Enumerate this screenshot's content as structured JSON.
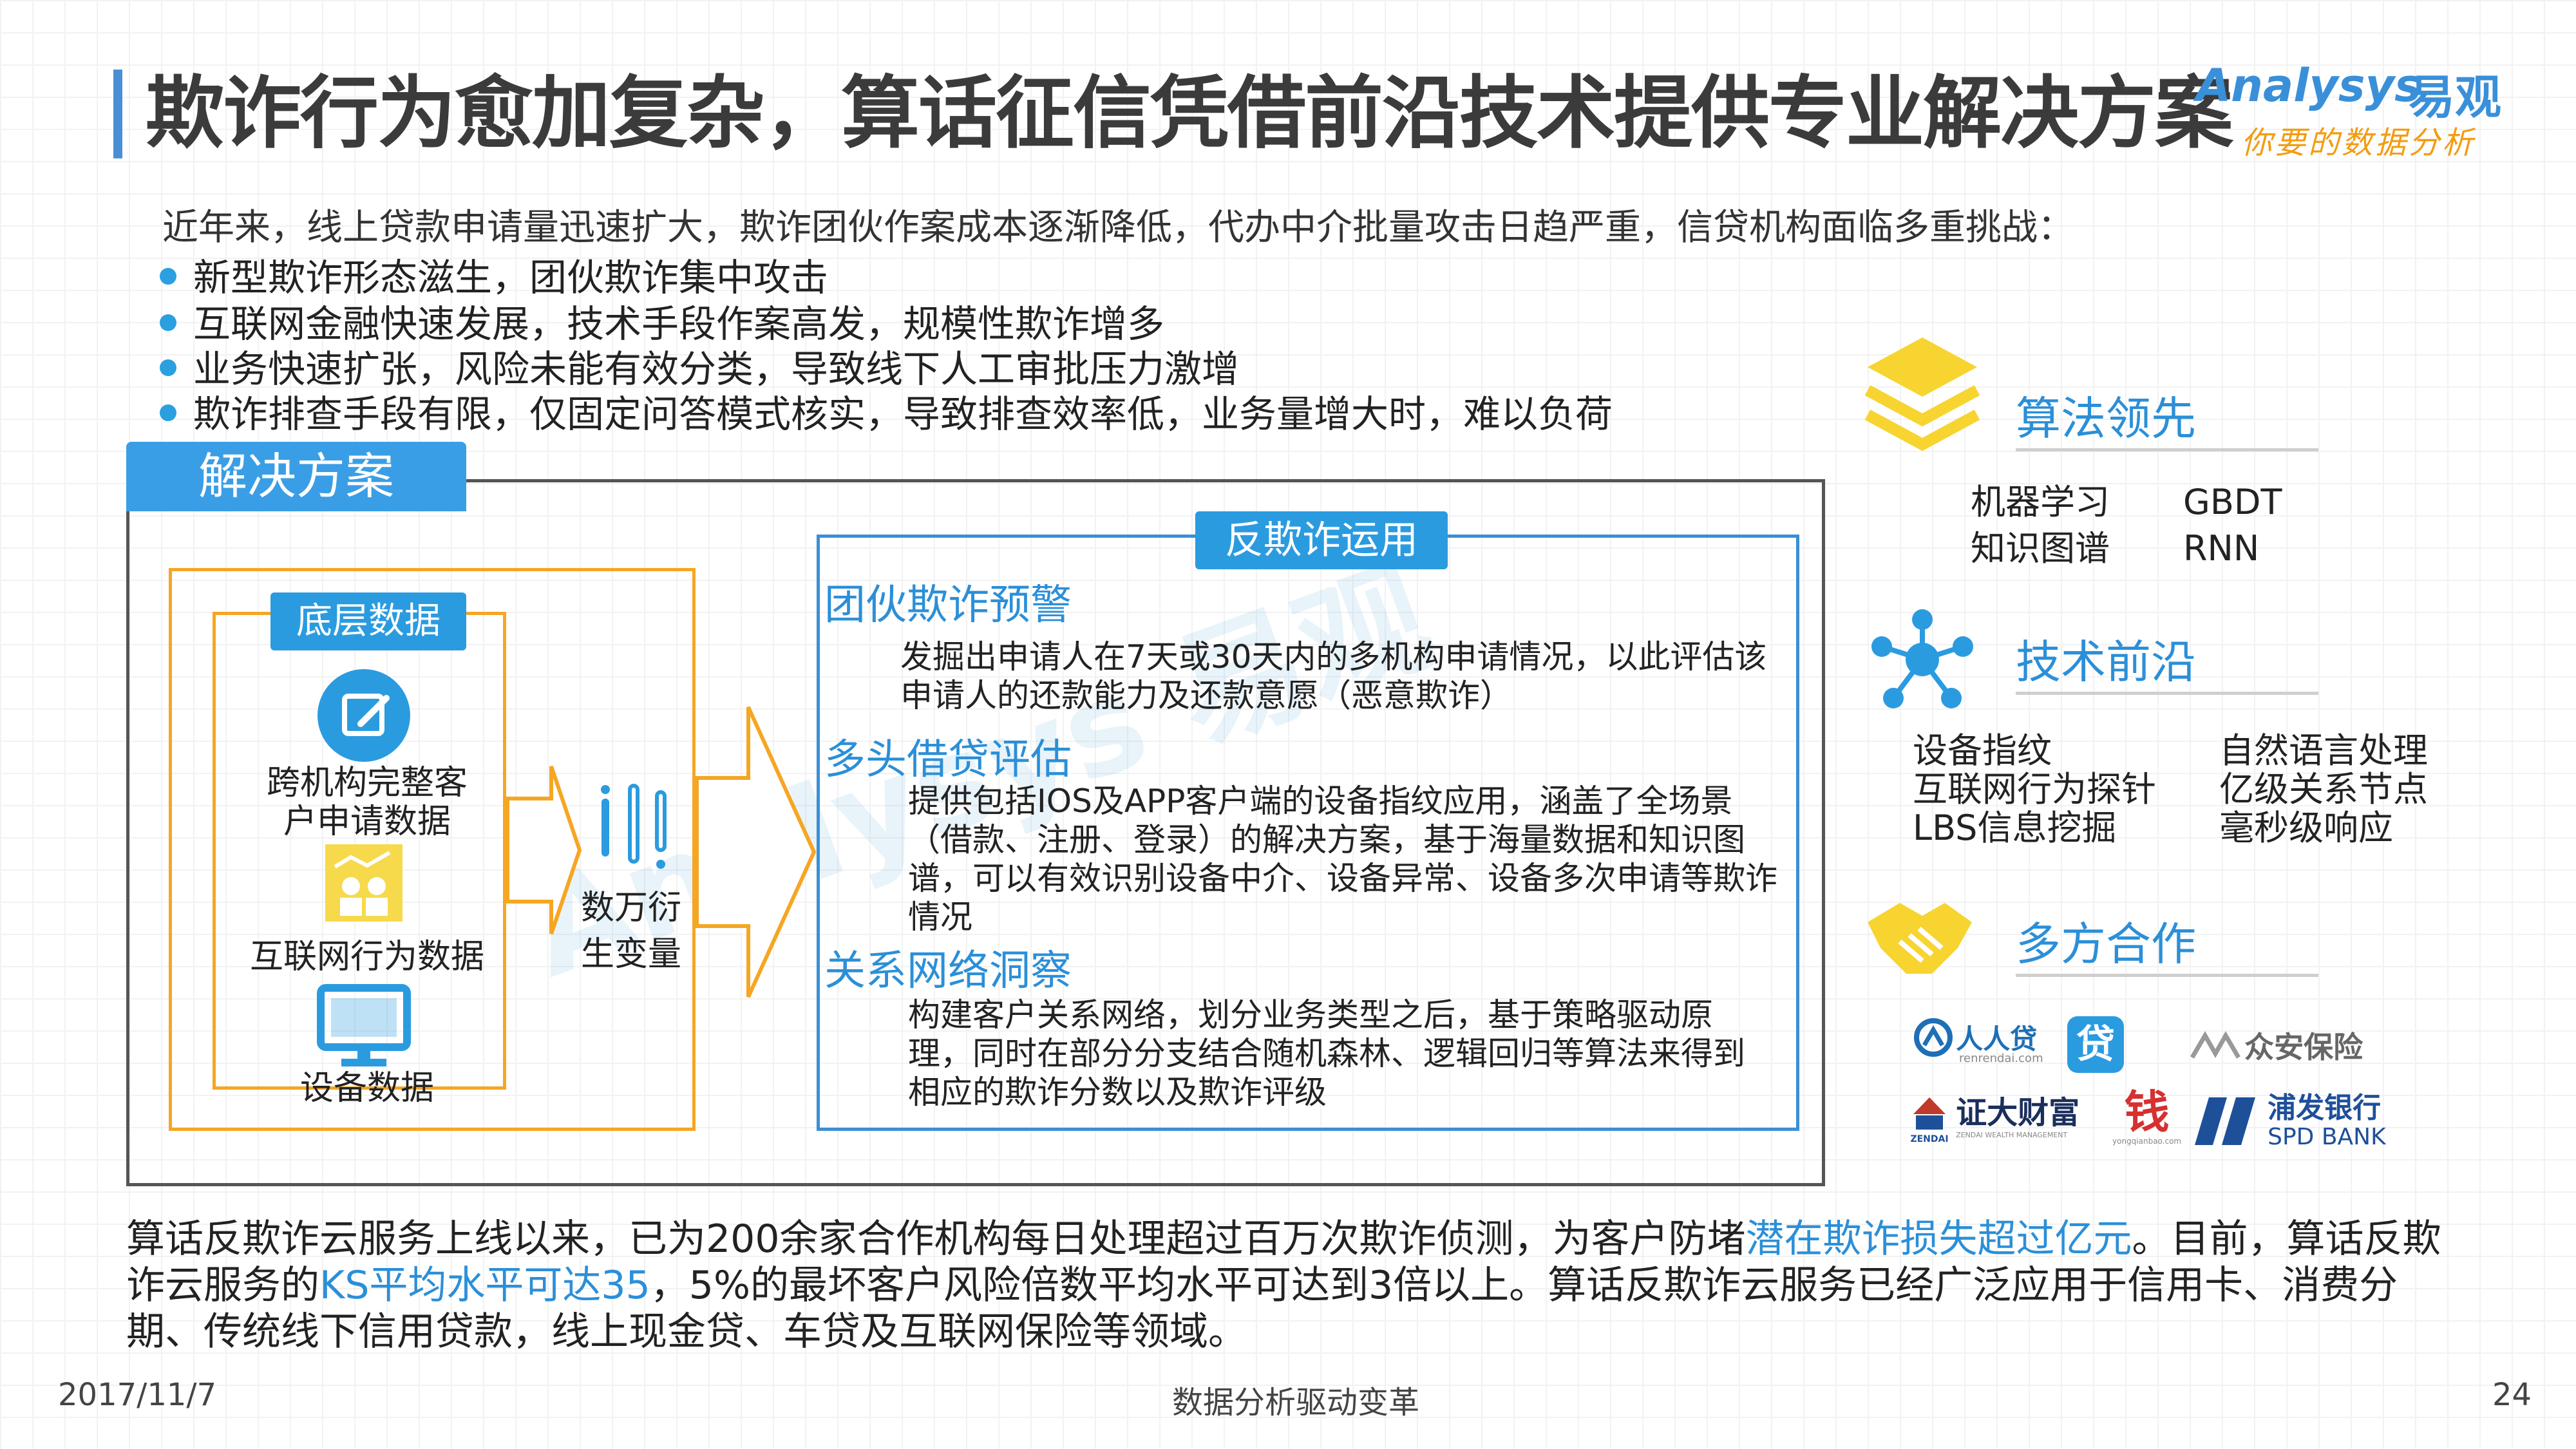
{
  "header": {
    "title": "欺诈行为愈加复杂，算话征信凭借前沿技术提供专业解决方案",
    "logo_word": "Analysys",
    "logo_cn": "易观",
    "logo_tag": "你要的数据分析"
  },
  "intro": {
    "lead": "近年来，线上贷款申请量迅速扩大，欺诈团伙作案成本逐渐降低，代办中介批量攻击日趋严重，信贷机构面临多重挑战：",
    "bullets": [
      "新型欺诈形态滋生，团伙欺诈集中攻击",
      "互联网金融快速发展，技术手段作案高发，规模性欺诈增多",
      "业务快速扩张，风险未能有效分类，导致线下人工审批压力激增",
      "欺诈排查手段有限，仅固定问答模式核实，导致排查效率低，业务量增大时，难以负荷"
    ]
  },
  "solution": {
    "tab": "解决方案",
    "data": {
      "tag": "底层数据",
      "items": [
        "跨机构完整客户申请数据",
        "互联网行为数据",
        "设备数据"
      ],
      "item1_line1": "跨机构完整客",
      "item1_line2": "户申请数据"
    },
    "variables_line1": "数万衍",
    "variables_line2": "生变量",
    "anti_fraud": {
      "tag": "反欺诈运用",
      "sections": [
        {
          "title": "团伙欺诈预警",
          "body": "发掘出申请人在7天或30天内的多机构申请情况，以此评估该申请人的还款能力及还款意愿（恶意欺诈）"
        },
        {
          "title": "多头借贷评估",
          "body": "提供包括IOS及APP客户端的设备指纹应用，涵盖了全场景（借款、注册、登录）的解决方案，基于海量数据和知识图谱，可以有效识别设备中介、设备异常、设备多次申请等欺诈情况"
        },
        {
          "title": "关系网络洞察",
          "body": "构建客户关系网络，划分业务类型之后，基于策略驱动原理，同时在部分分支结合随机森林、逻辑回归等算法来得到相应的欺诈分数以及欺诈评级"
        }
      ]
    }
  },
  "right": {
    "algo": {
      "title": "算法领先",
      "items": [
        "机器学习",
        "GBDT",
        "知识图谱",
        "RNN"
      ]
    },
    "tech": {
      "title": "技术前沿",
      "left": [
        "设备指纹",
        "互联网行为探针",
        "LBS信息挖掘"
      ],
      "right": [
        "自然语言处理",
        "亿级关系节点",
        "毫秒级响应"
      ]
    },
    "coop": {
      "title": "多方合作",
      "partners": {
        "renrendai": "人人贷",
        "renrendai_url": "renrendai.com",
        "dai": "贷",
        "zhongan": "众安保险",
        "zhengda": "证大财富",
        "zhengda_sub": "ZENDAI WEALTH MANAGEMENT",
        "zhengda_mark": "ZENDAI",
        "qian": "钱",
        "qian_url": "yongqianbao.com",
        "spd_cn": "浦发银行",
        "spd_en": "SPD BANK"
      }
    }
  },
  "summary": {
    "part1": "算话反欺诈云服务上线以来，已为200余家合作机构每日处理超过百万次欺诈侦测，为客户防堵",
    "hl1": "潜在欺诈损失超过亿元",
    "part2": "。目前，算话反欺诈云服务的",
    "hl2": "KS平均水平可达35",
    "part3": "，5%的最坏客户风险倍数平均水平可达到3倍以上。算话反欺诈云服务已经广泛应用于信用卡、消费分期、传统线下信用贷款，线上现金贷、车贷及互联网保险等领域。"
  },
  "footer": {
    "date": "2017/11/7",
    "center": "数据分析驱动变革",
    "page": "24"
  },
  "colors": {
    "accent_blue": "#2b8fd8",
    "orange": "#f5a623",
    "tag_blue": "#2b9be0"
  },
  "icons": [
    "edit-icon",
    "people-chart-icon",
    "monitor-icon",
    "variables-icon",
    "layers-icon",
    "network-icon",
    "handshake-icon"
  ]
}
